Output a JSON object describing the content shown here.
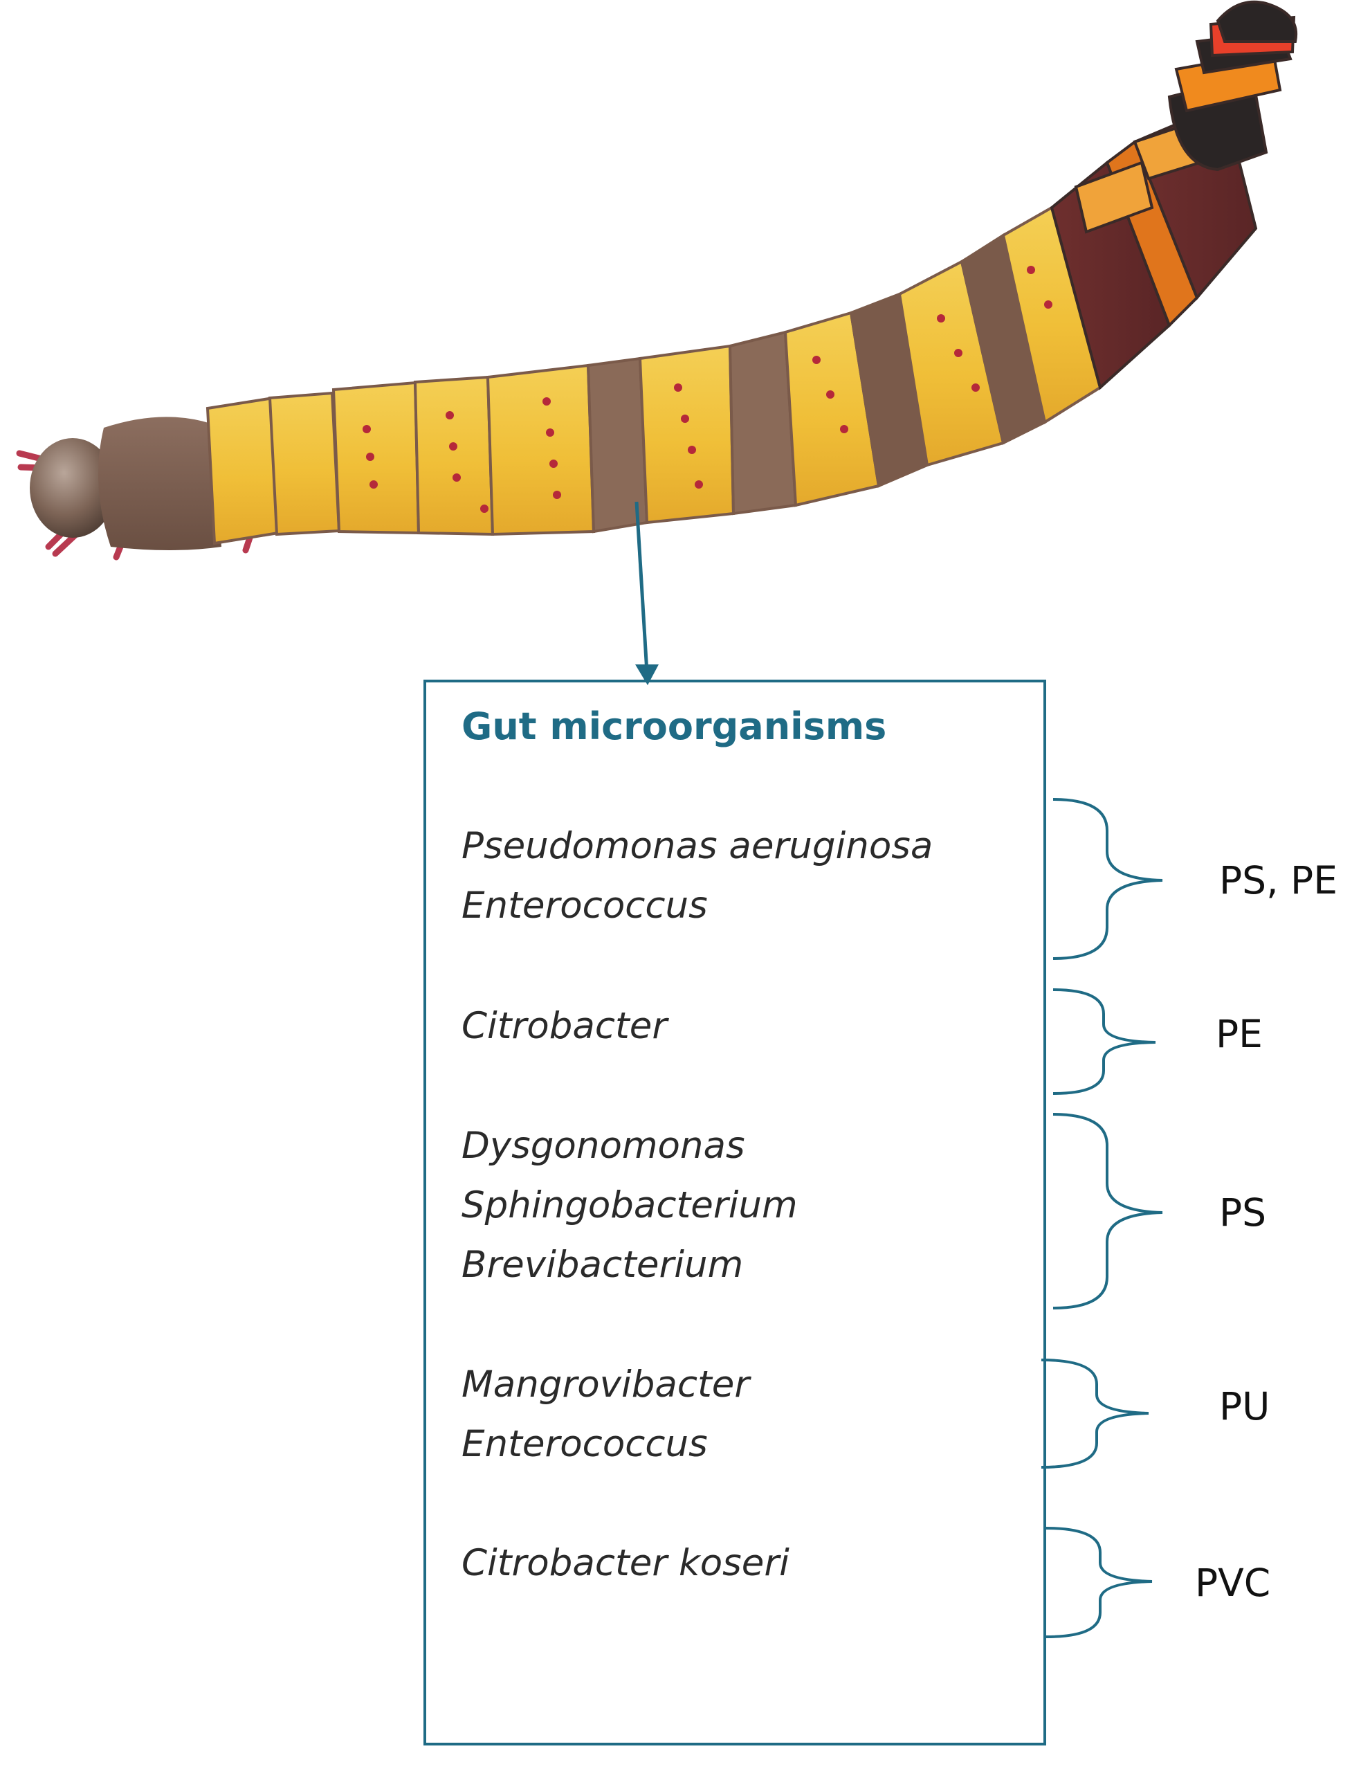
{
  "colors": {
    "accent": "#1f6b85",
    "larva_yellow": "#f1c542",
    "larva_brown": "#7a5a4a",
    "larva_black": "#2a2525",
    "larva_orange": "#f08a1e",
    "larva_red": "#e8402a"
  },
  "illustration": {
    "subject": "larva",
    "icon": "larva-illustration"
  },
  "box": {
    "title": "Gut microorganisms",
    "groups": [
      {
        "species": [
          "Pseudomonas  aeruginosa",
          "Enterococcus"
        ],
        "plastics": "PS, PE"
      },
      {
        "species": [
          "Citrobacter"
        ],
        "plastics": "PE"
      },
      {
        "species": [
          "Dysgonomonas",
          "Sphingobacterium",
          "Brevibacterium"
        ],
        "plastics": "PS"
      },
      {
        "species": [
          "Mangrovibacter",
          "Enterococcus"
        ],
        "plastics": "PU"
      },
      {
        "species": [
          "Citrobacter koseri"
        ],
        "plastics": "PVC"
      }
    ]
  }
}
